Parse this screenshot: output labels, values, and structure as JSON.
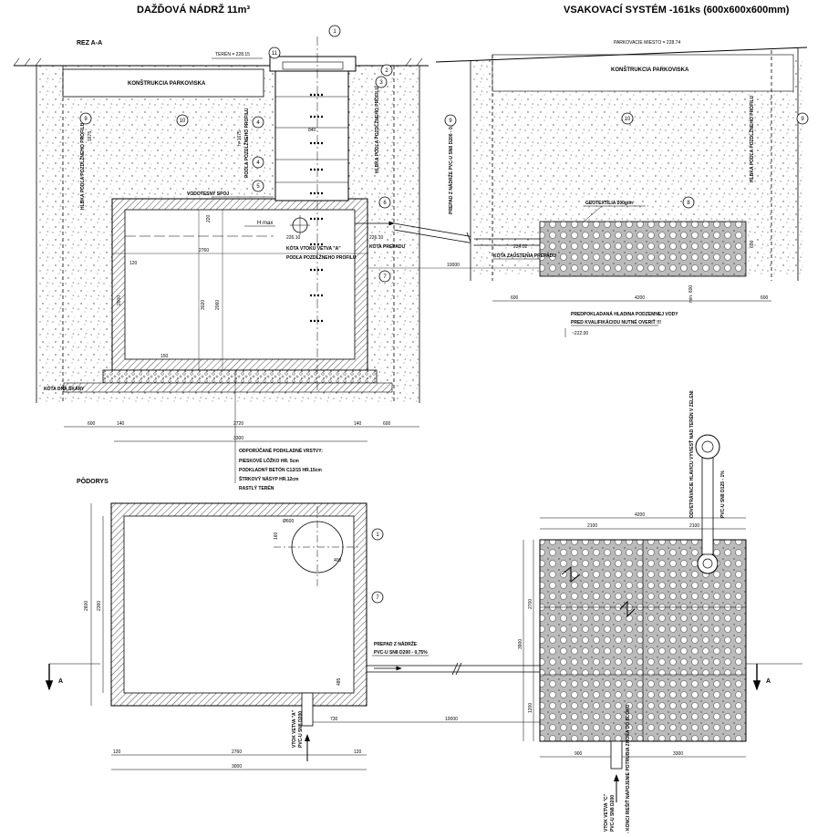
{
  "titles": {
    "left": "DAŽĎOVÁ NÁDRŽ 11m³",
    "right": "VSAKOVACÍ SYSTÉM -161ks (600x600x600mm)"
  },
  "section": {
    "label": "REZ A-A",
    "teren": "TERÉN = 228.15",
    "parking_left": "KONŠTRUKCIA PARKOVISKA",
    "parking_right": "KONŠTRUKCIA PARKOVISKA",
    "parkovacie_miesto": "PARKOVACIE MIESTO = 228.74",
    "vodotesny_spoj": "VODOTESNÝ SPOJ",
    "h_max": "H max",
    "kota_vtoku": "KÓTA VTOKU VETVA \"A\"",
    "podla_profilu": "PODĽA POZDĹŽNEHO PROFILU",
    "kota_prepadu": "KÓTA PREPADU",
    "elev_226_10a": "226.10",
    "elev_226_10b": "226.10",
    "elev_224_02": "224.02",
    "kota_zaustenia": "KÓTA ZAÚSTENIA PREPADU",
    "geotextilia": "GEOTEXTÍLIA 200g/m²",
    "kota_dna": "KÓTA DNA ŠKÁRY",
    "prepad_vertical": "PREPAD Z NÁDRŽE PVC-U SN8 D200 - 0,75%",
    "hlbka_left": "HĹBKA PODĽA POZDĹŽNEHO PROFILU",
    "hlbka_right": "HĹBKA PODĽA POZDĹŽNEHO PROFILU",
    "hlbka_vert2": "PODĽA POZDĹŽNEHO PROFILU",
    "predpokladana": "PREDPOKLADANÁ HLADINA PODZEMNEJ VODY",
    "predkvalifikacia": "PRED KVALIFIKÁCIOU NUTNÉ OVERIŤ !!!",
    "elev_222": "~222.00",
    "dim_600a": "600",
    "dim_2720": "2720",
    "dim_140a": "140",
    "dim_140b": "140",
    "dim_600b": "600",
    "dim_3300": "3300",
    "dim_2760": "2760",
    "dim_120": "120",
    "dim_150": "150",
    "dim_3020": "3020",
    "dim_2000": "2000",
    "dim_2060": "2060",
    "dim_840": "840",
    "dim_1675": "1675",
    "dim_h1675": "h=1675",
    "dim_220": "220",
    "dim_10000": "10000",
    "dim_600c": "600",
    "dim_4200": "4200",
    "dim_600d": "600",
    "dim_600e": "600",
    "dim_min600": "min. 600"
  },
  "layers": {
    "heading": "ODPORÚČANÉ PODKLADNÉ VRSTVY:",
    "items": [
      "PIESKOVÉ LÔŽKO HR. 5cm",
      "PODKLADNÝ BETÓN C12/15 HR.15cm",
      "ŠTRKOVÝ NÁSYP HR.12cm",
      "RASTLÝ TERÉN"
    ]
  },
  "plan": {
    "label": "PÔDORYS",
    "prepad": "PREPAD Z NÁDRŽE",
    "prepad_pipe": "PVC-U SN8 D200 - 0,75%",
    "vtok_left": "VTOK VETVA \"A\"",
    "vtok_left_pipe": "PVC-U SN8 D200",
    "vtok_right": "VTOK VETVA \"C\"",
    "vtok_right_pipe": "PVC-U SN8 D200",
    "vtok_right_note": "- KONCI RIEŠIŤ NAPOJENIE POTRUBIA ZHORA DO BLOKU",
    "odvetranie": "ODVETRÁVACIE HLAVICU VYVIESŤ NAD TERÉN V ZELENI",
    "odvetranie_pipe": "PVC-U SN8 D125 - 1%",
    "mark_a_left": "A",
    "mark_a_right": "A",
    "dim_2760": "2760",
    "dim_3000": "3000",
    "dim_120a": "120",
    "dim_120b": "120",
    "dim_2600": "2600",
    "dim_2360": "2360",
    "dim_400": "400",
    "dim_d600": "Ø600",
    "dim_160": "160",
    "dim_485": "485",
    "dim_730": "730",
    "dim_10000": "10000",
    "dim_4200": "4200",
    "dim_2100a": "2100",
    "dim_2100b": "2100",
    "dim_3900": "3900",
    "dim_2700": "2700",
    "dim_1200": "1200",
    "dim_900": "900",
    "dim_3300": "3300"
  },
  "callouts": [
    "1",
    "2",
    "3",
    "4",
    "4",
    "5",
    "6",
    "7",
    "8",
    "9",
    "9",
    "9",
    "10",
    "10",
    "11",
    "1",
    "7"
  ]
}
